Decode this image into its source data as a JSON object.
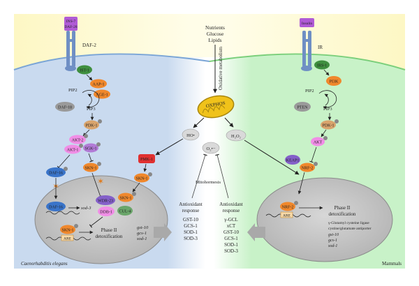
{
  "organisms": {
    "left": "Caenorhabditis elegans",
    "right": "Mammals"
  },
  "stimuli": {
    "lines": [
      "Nutrients",
      "Glucose",
      "Lipids"
    ],
    "label": "Oxidative metabolism"
  },
  "mitochondria": {
    "label": "OXPHOS"
  },
  "ros": {
    "hydroxyl": "HO•",
    "peroxide": "H₂O₂",
    "superoxide": "O₂•−"
  },
  "mitohormesis": "Mitohormesis",
  "left": {
    "ligand_top": "INS-7",
    "ligand_bottom": "DAF-28",
    "receptor": "DAF-2",
    "ist1": "IST-1",
    "aap1": "AAP-1",
    "age1": "AGE-1",
    "pip2": "PIP2",
    "pip3": "PIP3",
    "daf18": "DAF-18",
    "pdk1": "PDK-1",
    "akt2": "AKT-2",
    "akt1": "AKT-1",
    "sgk1": "SGK-1",
    "daf16_cyto": "DAF-16",
    "skn1_cyto": "SKN-1",
    "pmk1": "PMK-1",
    "skn1_mid": "SKN-1",
    "skn1_nuc": "SKN-1",
    "wdr23": "WDR-23",
    "ddb1": "DDB-1",
    "cul4": "CUL-4",
    "daf16_nuc": "DAF-16",
    "sod3": "sod-3",
    "skn1_dna": "SKN-1",
    "are": "ARE",
    "phase2_line1": "Phase II",
    "phase2_line2": "detoxification",
    "genes": [
      "gst-10",
      "gcs-1",
      "sod-1"
    ]
  },
  "left_response": {
    "title_line1": "Antioxidant",
    "title_line2": "response",
    "items": [
      "GST-10",
      "GCS-1",
      "SOD-1",
      "SOD-3"
    ]
  },
  "right_response": {
    "title_line1": "Antioxidant",
    "title_line2": "response",
    "items": [
      "γ-GCL",
      "xCT",
      "GST-10",
      "GCS-1",
      "SOD-1",
      "SOD-3"
    ]
  },
  "right": {
    "ligand": "Insulin",
    "receptor": "IR",
    "irs1": "IRS-1",
    "pi3k": "PI3K",
    "pip2": "PIP2",
    "pip3": "PIP3",
    "pten": "PTEN",
    "pdk1": "PDK-1",
    "akt": "AKT",
    "keap1": "KEAP1",
    "nrf2_cyto": "NRF-2",
    "nrf2_nuc": "NRF-2",
    "are": "ARE",
    "phase2_line1": "Phase II",
    "phase2_line2": "detoxification",
    "gene_lines": [
      "γ-Glutamyl cysteine ligase",
      "cystine/glutamate antiporter"
    ],
    "genes": [
      "gst-10",
      "gcs-1",
      "sod-1"
    ]
  },
  "colors": {
    "left_cell": "#c9daef",
    "right_cell": "#c8f2c8",
    "extracellular": "#fdf7c4",
    "nucleus": "#c7c7c7",
    "receptor": "#6f8fc4",
    "ligand": "#b05bd6",
    "green_protein": "#3f8f3f",
    "orange_protein": "#f0882c",
    "pink_protein": "#f08ee6",
    "blue_protein": "#3a74c9",
    "red_protein": "#e03030",
    "purple_protein": "#8460c9",
    "gray_protein": "#9a9a9a"
  }
}
